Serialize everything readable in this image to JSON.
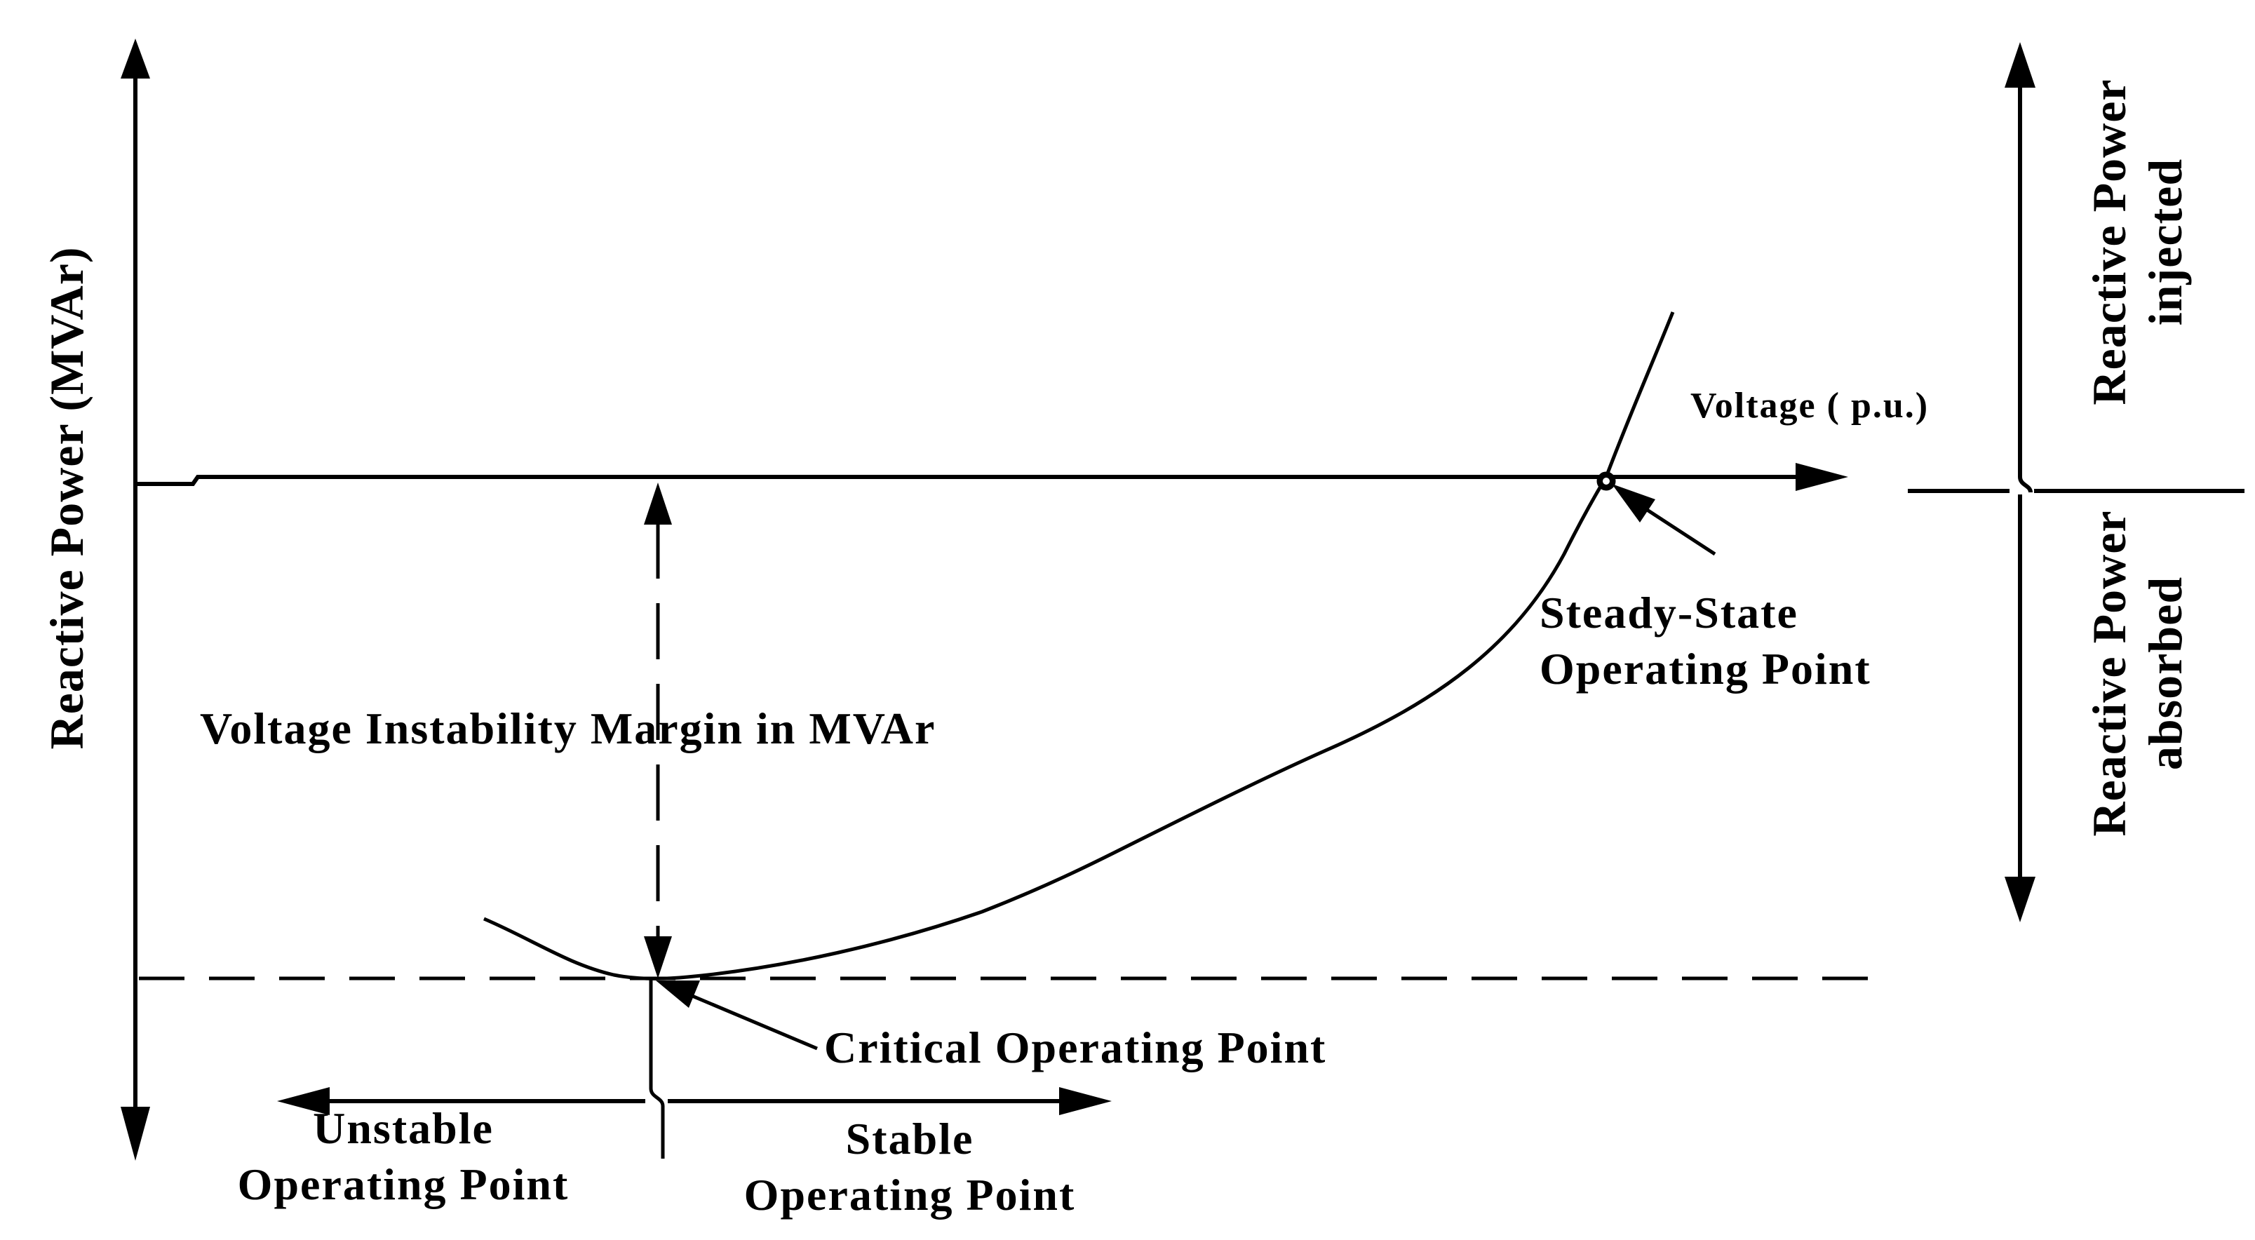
{
  "figure": {
    "y_axis_label": "Reactive Power (MVAr)",
    "x_axis_label": "Voltage ( p.u.)",
    "margin_label": "Voltage Instability Margin in MVAr",
    "steady_state_label": [
      "Steady-State",
      "Operating Point"
    ],
    "critical_point_label": "Critical Operating Point",
    "unstable_label": [
      "Unstable",
      "Operating Point"
    ],
    "stable_label": [
      "Stable",
      "Operating Point"
    ],
    "injected_label": [
      "Reactive Power",
      "injected"
    ],
    "absorbed_label": [
      "Reactive Power",
      "absorbed"
    ]
  },
  "colors": {
    "ink": "#000000",
    "background": "#ffffff"
  }
}
